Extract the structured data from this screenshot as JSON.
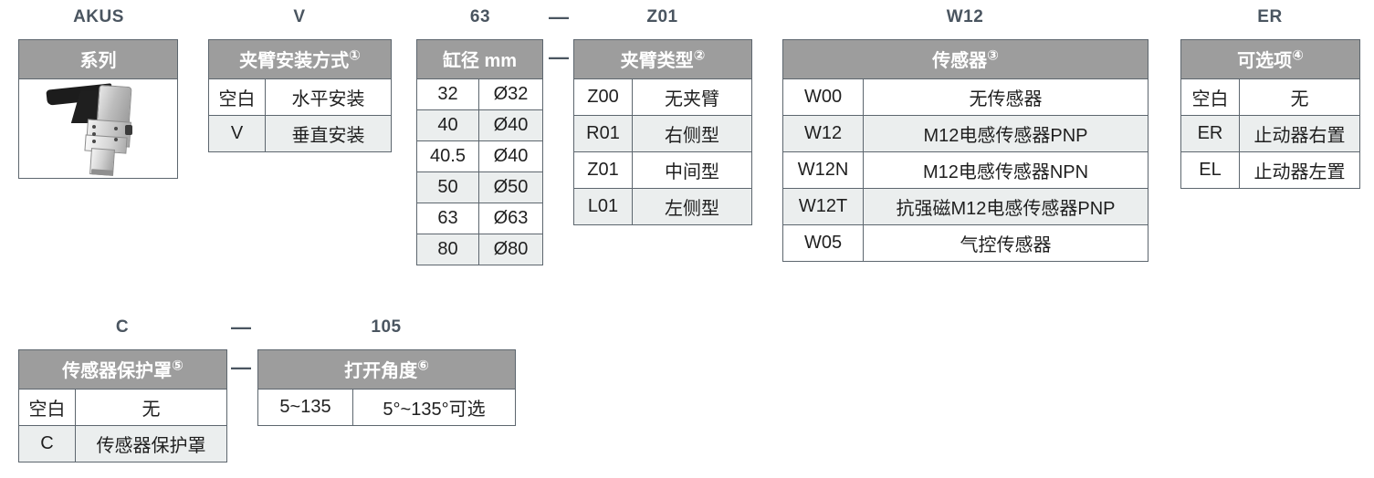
{
  "document": {
    "type": "product-ordering-code-chart",
    "example_code_top": [
      "AKUS",
      "V",
      "63",
      "–",
      "Z01",
      "W12",
      "ER"
    ],
    "example_code_bottom": [
      "C",
      "–",
      "105"
    ],
    "separator": "—"
  },
  "colors": {
    "header_bg": "#9d9d9d",
    "header_text": "#ffffff",
    "border": "#5d666e",
    "alt_row_bg": "#ebeeee",
    "code_label": "#4a5560"
  },
  "blocks": {
    "series": {
      "code": "AKUS",
      "header": "系列",
      "image_name": "pneumatic-clamp-product-photo"
    },
    "mounting": {
      "code": "V",
      "header": "夹臂安装方式",
      "header_sup": "①",
      "rows": [
        {
          "code": "空白",
          "desc": "水平安装"
        },
        {
          "code": "V",
          "desc": "垂直安装"
        }
      ]
    },
    "bore": {
      "code": "63",
      "header": "缸径 mm",
      "rows": [
        {
          "code": "32",
          "desc": "Ø32"
        },
        {
          "code": "40",
          "desc": "Ø40"
        },
        {
          "code": "40.5",
          "desc": "Ø40"
        },
        {
          "code": "50",
          "desc": "Ø50"
        },
        {
          "code": "63",
          "desc": "Ø63"
        },
        {
          "code": "80",
          "desc": "Ø80"
        }
      ]
    },
    "arm_type": {
      "code": "Z01",
      "header": "夹臂类型",
      "header_sup": "②",
      "rows": [
        {
          "code": "Z00",
          "desc": "无夹臂"
        },
        {
          "code": "R01",
          "desc": "右侧型"
        },
        {
          "code": "Z01",
          "desc": "中间型"
        },
        {
          "code": "L01",
          "desc": "左侧型"
        }
      ]
    },
    "sensor": {
      "code": "W12",
      "header": "传感器",
      "header_sup": "③",
      "rows": [
        {
          "code": "W00",
          "desc": "无传感器"
        },
        {
          "code": "W12",
          "desc": "M12电感传感器PNP"
        },
        {
          "code": "W12N",
          "desc": "M12电感传感器NPN"
        },
        {
          "code": "W12T",
          "desc": "抗强磁M12电感传感器PNP"
        },
        {
          "code": "W05",
          "desc": "气控传感器"
        }
      ]
    },
    "option": {
      "code": "ER",
      "header": "可选项",
      "header_sup": "④",
      "rows": [
        {
          "code": "空白",
          "desc": "无"
        },
        {
          "code": "ER",
          "desc": "止动器右置"
        },
        {
          "code": "EL",
          "desc": "止动器左置"
        }
      ]
    },
    "sensor_cover": {
      "code": "C",
      "header": "传感器保护罩",
      "header_sup": "⑤",
      "rows": [
        {
          "code": "空白",
          "desc": "无"
        },
        {
          "code": "C",
          "desc": "传感器保护罩"
        }
      ]
    },
    "open_angle": {
      "code": "105",
      "header": "打开角度",
      "header_sup": "⑥",
      "rows": [
        {
          "code": "5~135",
          "desc": "5°~135°可选"
        }
      ]
    }
  }
}
